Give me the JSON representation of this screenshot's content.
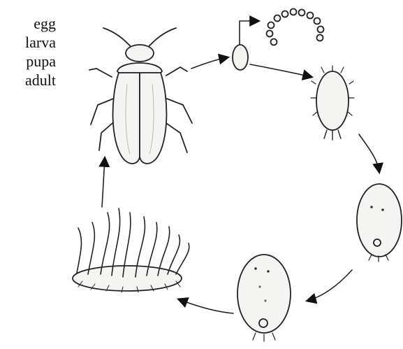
{
  "legend": {
    "stages": [
      "egg",
      "larva",
      "pupa",
      "adult"
    ]
  },
  "stage_icons": [
    "adult-beetle-illustration",
    "egg-illustration",
    "egg-chain-illustration",
    "larva-illustration",
    "pupa-illustration",
    "plant-cluster-illustration"
  ]
}
